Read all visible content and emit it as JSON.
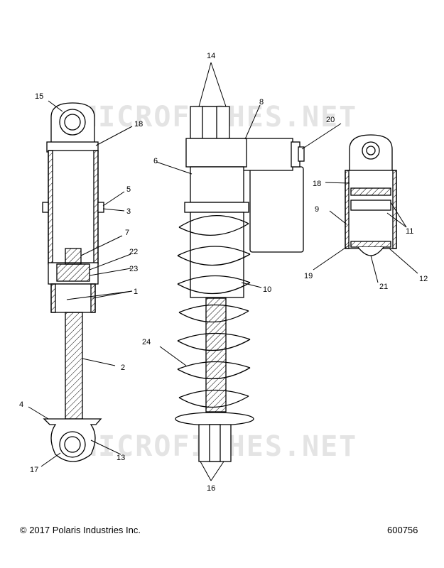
{
  "watermark": "MICROFICHES.NET",
  "footer": {
    "copyright": "© 2017 Polaris Industries Inc.",
    "doc_number": "600756"
  },
  "callouts": [
    "14",
    "8",
    "20",
    "15",
    "18",
    "6",
    "5",
    "3",
    "7",
    "22",
    "23",
    "1",
    "2",
    "9",
    "11",
    "19",
    "12",
    "21",
    "10",
    "24",
    "4",
    "13",
    "17",
    "16"
  ]
}
